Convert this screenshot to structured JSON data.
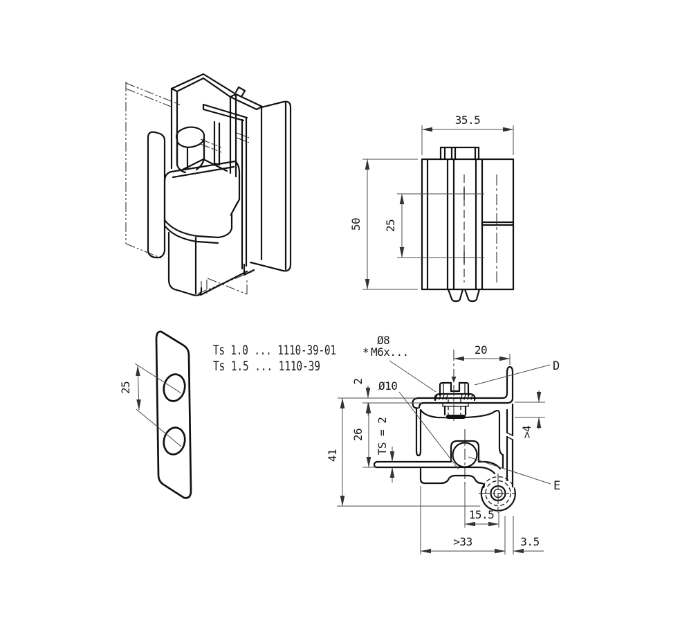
{
  "title": "Hinge technical drawing 1110-39",
  "colors": {
    "background": "#ffffff",
    "line": "#111111",
    "dim_line": "#4a4a4a",
    "accent": "#2222cc"
  },
  "front_view": {
    "width": "35.5",
    "height": "50",
    "hole_spacing": "25"
  },
  "plate_view": {
    "hole_spacing": "25"
  },
  "variants": {
    "line1": "Ts 1.0  ...  1110-39-01",
    "line2": "Ts 1.5  ...  1110-39"
  },
  "section_view": {
    "screw_dia": "Ø8",
    "thread_star": "*",
    "thread": "M6x...",
    "pin_dia": "Ø10",
    "top_width": "20",
    "flange_thickness": "2",
    "body_height": "26",
    "overall_height": "41",
    "sheet_thickness": "TS = 2",
    "gap": ">4",
    "pin_offset": "15.5",
    "min_cutout": ">33",
    "edge_offset": "3.5",
    "label_d": "D",
    "label_e": "E"
  }
}
